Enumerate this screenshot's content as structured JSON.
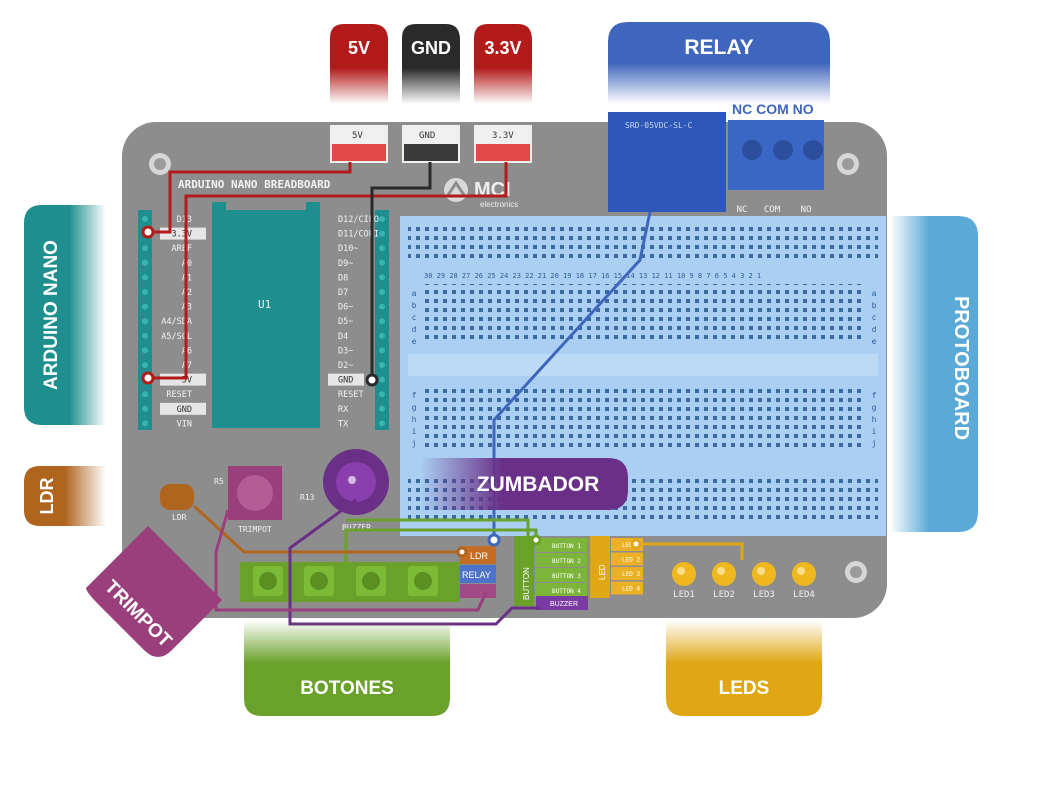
{
  "colors": {
    "red": "#b31b1b",
    "black": "#2a2a2a",
    "blue": "#3f66bd",
    "teal": "#1e8e8e",
    "brown": "#b0651f",
    "purple": "#9a3f7c",
    "violet": "#6a2f87",
    "green": "#6aa12a",
    "gold": "#e0a614",
    "sky": "#5aa9d6",
    "board": "#8d8d8d"
  },
  "labels": {
    "v5": "5V",
    "gnd": "GND",
    "v33": "3.3V",
    "relay": "RELAY",
    "nc_com_no": "NC COM NO",
    "arduino_nano": "ARDUINO NANO",
    "protoboard": "PROTOBOARD",
    "ldr": "LDR",
    "trimpot": "TRIMPOT",
    "zumbador": "ZUMBADOR",
    "botones": "BOTONES",
    "leds": "LEDS"
  },
  "board": {
    "title": "ARDUINO NANO BREADBOARD",
    "logo": "MCI",
    "logo_sub": "electronics",
    "header_5v": "5V",
    "header_gnd": "GND",
    "header_33": "3.3V",
    "chip_label": "U1",
    "left_pins": [
      "D13",
      "3.3V",
      "AREF",
      "A0",
      "A1",
      "A2",
      "A3",
      "A4/SDA",
      "A5/SCL",
      "A6",
      "A7",
      "5V",
      "RESET",
      "GND",
      "VIN"
    ],
    "right_pins": [
      "D12/CIPO",
      "D11/COPI",
      "D10~",
      "D9~",
      "D8",
      "D7",
      "D6~",
      "D5~",
      "D4",
      "D3~",
      "D2~",
      "GND",
      "RESET",
      "RX",
      "TX"
    ],
    "relay_print": "SRD-05VDC-SL-C",
    "relay_terminals": [
      "NC",
      "COM",
      "NO"
    ],
    "led_labels": [
      "LED1",
      "LED2",
      "LED3",
      "LED4"
    ],
    "button_rows": [
      "BUTTON 1",
      "BUTTON 2",
      "BUTTON 3",
      "BUTTON 4"
    ],
    "led_rows": [
      "LED 1",
      "LED 2",
      "LED 3",
      "LED 4"
    ],
    "conn_ldr": "LDR",
    "conn_relay": "RELAY",
    "conn_buzzer": "BUZZER",
    "conn_button": "BUTTON",
    "conn_led": "LED",
    "silk_ldr": "LDR",
    "silk_trimpot": "TRIMPOT",
    "silk_buzzer": "BUZZER",
    "silk_r5": "R5",
    "silk_r13": "R13",
    "breadboard_cols": "30 29 28 27 26 25 24 23 22 21 20 19 18 17 16 15 14 13 12 11 10 9 8 7 6 5 4 3 2 1",
    "breadboard_rows_top": [
      "a",
      "b",
      "c",
      "d",
      "e"
    ],
    "breadboard_rows_bottom": [
      "f",
      "g",
      "h",
      "i",
      "j"
    ]
  }
}
